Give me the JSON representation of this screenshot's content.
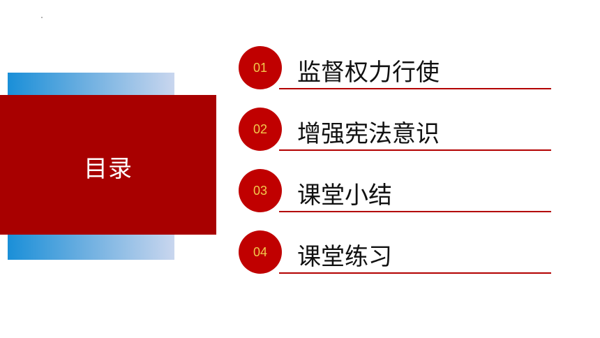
{
  "title": "目录",
  "items": [
    {
      "number": "01",
      "label": "监督权力行使"
    },
    {
      "number": "02",
      "label": "增强宪法意识"
    },
    {
      "number": "03",
      "label": "课堂小结"
    },
    {
      "number": "04",
      "label": "课堂练习"
    }
  ],
  "colors": {
    "panel_red": "#a80000",
    "circle_red": "#c00000",
    "number_gold": "#f2c94c",
    "rule_red": "#b30000",
    "gradient_start": "#1a8fd8",
    "gradient_end": "#c9d6ee"
  }
}
